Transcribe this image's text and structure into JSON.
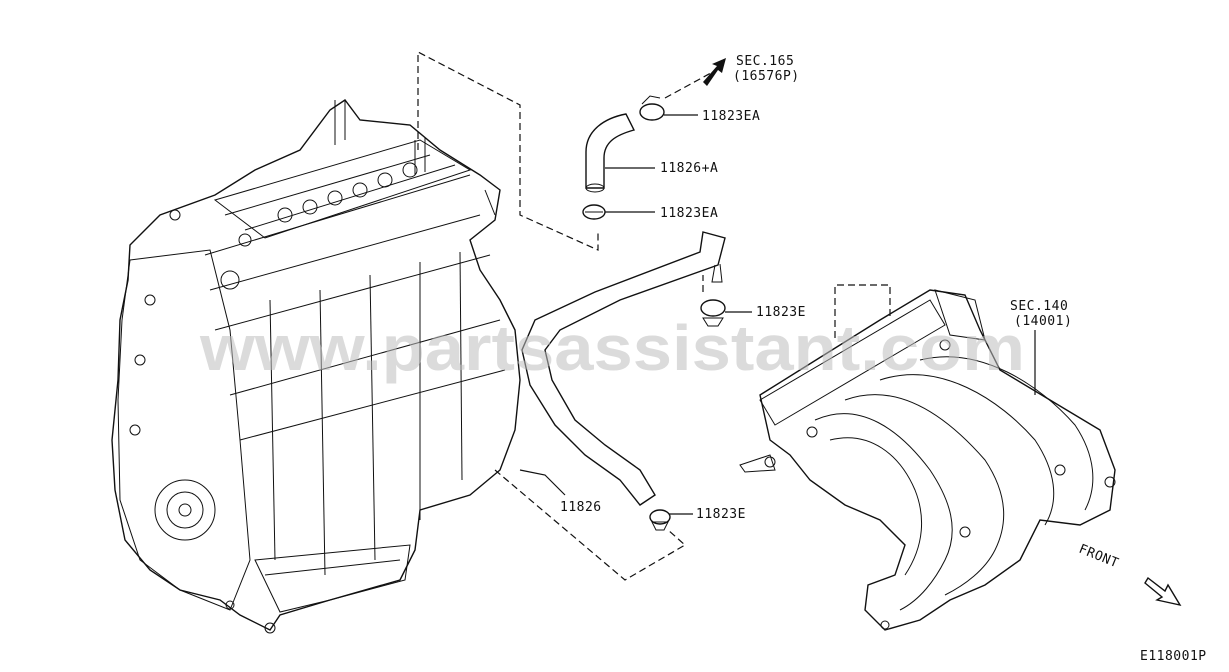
{
  "labels": {
    "sec165_line1": "SEC.165",
    "sec165_line2": "(16576P)",
    "clamp_top": "11823EA",
    "hose_upper": "11826+A",
    "clamp_mid": "11823EA",
    "clamp_lower_right": "11823E",
    "hose_lower": "11826",
    "clamp_bottom": "11823E",
    "sec140_line1": "SEC.140",
    "sec140_line2": "(14001)",
    "front": "FRONT",
    "diagram_code": "E118001P"
  },
  "watermark": "www.partsassistant.com"
}
